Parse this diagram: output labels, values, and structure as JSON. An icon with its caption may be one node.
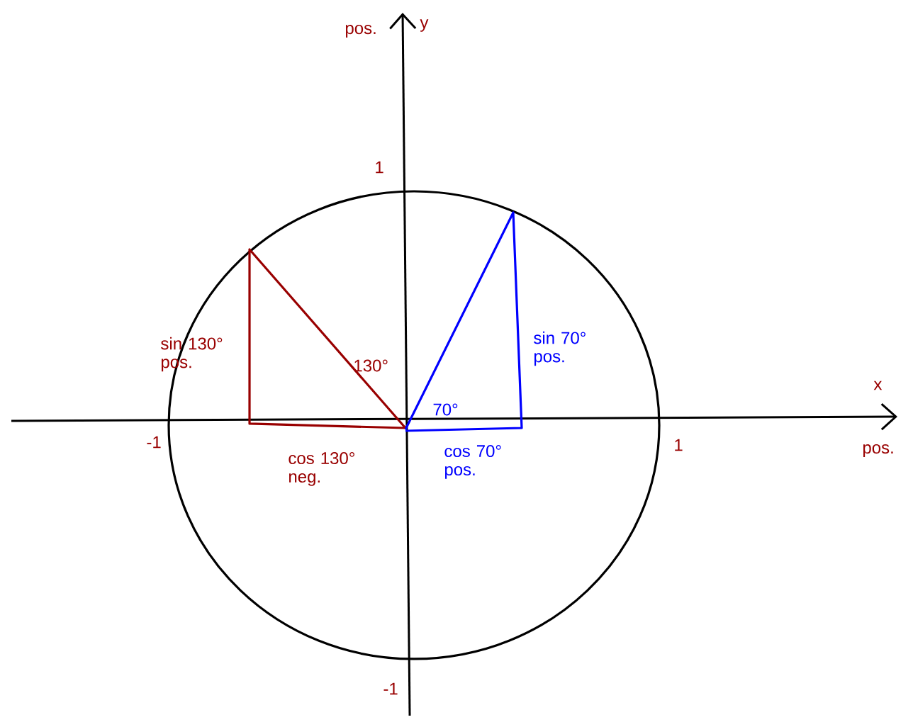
{
  "diagram": {
    "labels": [
      "pos.",
      "y",
      "1",
      "x",
      "sin 130° pos.",
      "sin 70° pos.",
      "130°",
      "70°",
      "-1",
      "1",
      "pos.",
      "cos 70° pos.",
      "cos 130° neg.",
      "-1"
    ]
  }
}
